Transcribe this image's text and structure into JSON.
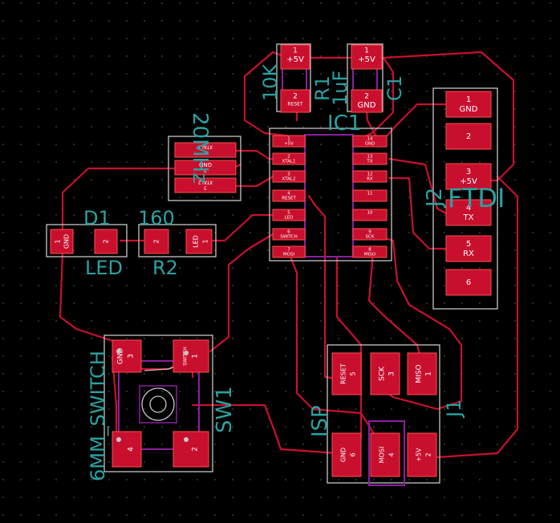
{
  "board": {
    "background": "#000000",
    "grid": "#3a3a3a",
    "copper": "#c8102e",
    "silk_text": "#2aa2a2",
    "courtyard": "#8c1fa0"
  },
  "refs": {
    "r1_value": "10K",
    "r1_ref": "R1",
    "c1_value": "1uF",
    "c1_ref": "C1",
    "ic1": "IC1",
    "xtal": "20MHz",
    "d1_ref": "D1",
    "d1_value": "LED",
    "r2_value": "160",
    "r2_ref": "R2",
    "ftdi": "FTDI",
    "j2": "J2",
    "sw_value": "6MM_SWITCH",
    "sw_ref": "SW1",
    "isp": "ISP",
    "j1": "J1"
  },
  "pads": {
    "r1_1_num": "1",
    "r1_1_net": "+5V",
    "r1_2_num": "2",
    "r1_2_net": "RESET",
    "c1_1_num": "1",
    "c1_1_net": "+5V",
    "c1_2_num": "2",
    "c1_2_net": "GND",
    "xt_1_num": "1",
    "xt_1_net": "XTAL1",
    "xt_2_num": "2",
    "xt_2_net": "GND",
    "xt_3_num": "3",
    "xt_3_net": "XTAL2",
    "d1_1_num": "1",
    "d1_1_net": "GND",
    "d1_2_num": "2",
    "r2_2_num": "2",
    "r2_1_num": "1",
    "r2_1_net": "LED",
    "ic_l": [
      {
        "num": "1",
        "net": "+5V"
      },
      {
        "num": "2",
        "net": "XTAL1"
      },
      {
        "num": "3",
        "net": "XTAL2"
      },
      {
        "num": "4",
        "net": "RESET"
      },
      {
        "num": "5",
        "net": "LED"
      },
      {
        "num": "6",
        "net": "SWITCH"
      },
      {
        "num": "7",
        "net": "MOSI"
      }
    ],
    "ic_r": [
      {
        "num": "14",
        "net": "GND"
      },
      {
        "num": "13",
        "net": "TX"
      },
      {
        "num": "12",
        "net": "RX"
      },
      {
        "num": "11",
        "net": ""
      },
      {
        "num": "10",
        "net": ""
      },
      {
        "num": "9",
        "net": "SCK"
      },
      {
        "num": "8",
        "net": "MISO"
      }
    ],
    "ftdi": [
      {
        "num": "1",
        "net": "GND"
      },
      {
        "num": "2",
        "net": ""
      },
      {
        "num": "3",
        "net": "+5V"
      },
      {
        "num": "4",
        "net": "TX"
      },
      {
        "num": "5",
        "net": "RX"
      },
      {
        "num": "6",
        "net": ""
      }
    ],
    "sw_3_num": "3",
    "sw_3_net": "GND",
    "sw_1_num": "1",
    "sw_1_net": "SWITCH",
    "sw_4_num": "4",
    "sw_2_num": "2",
    "isp_5_num": "5",
    "isp_5_net": "RESET",
    "isp_3_num": "3",
    "isp_3_net": "SCK",
    "isp_1_num": "1",
    "isp_1_net": "MISO",
    "isp_6_num": "6",
    "isp_6_net": "GND",
    "isp_4_num": "4",
    "isp_4_net": "MOSI",
    "isp_2_num": "2",
    "isp_2_net": "+5V"
  }
}
